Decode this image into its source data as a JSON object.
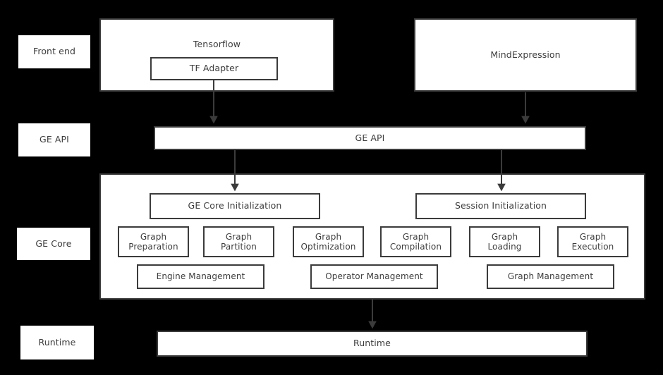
{
  "diagram": {
    "background_color": "#000000",
    "box_fill": "#ffffff",
    "box_stroke": "#3b3b3b",
    "text_color": "#3d3d3d",
    "lanes": [
      {
        "id": "front-end",
        "label": "Front end"
      },
      {
        "id": "ge-api",
        "label": "GE API"
      },
      {
        "id": "ge-core",
        "label": "GE Core"
      },
      {
        "id": "runtime",
        "label": "Runtime"
      }
    ],
    "front_end": {
      "tensorflow": {
        "label": "Tensorflow"
      },
      "tf_adapter": {
        "label": "TF Adapter"
      },
      "mindexpression": {
        "label": "MindExpression"
      }
    },
    "ge_api_bar": {
      "label": "GE API"
    },
    "ge_core": {
      "core_initialization": {
        "label": "GE Core Initialization"
      },
      "session_initialization": {
        "label": "Session Initialization"
      },
      "modules_row1": [
        {
          "label": "Graph\nPreparation",
          "line1": "Graph",
          "line2": "Preparation"
        },
        {
          "label": "Graph\nPartition",
          "line1": "Graph",
          "line2": "Partition"
        },
        {
          "label": "Graph\nOptimization",
          "line1": "Graph",
          "line2": "Optimization"
        },
        {
          "label": "Graph\nCompilation",
          "line1": "Graph",
          "line2": "Compilation"
        },
        {
          "label": "Graph\nLoading",
          "line1": "Graph",
          "line2": "Loading"
        },
        {
          "label": "Graph\nExecution",
          "line1": "Graph",
          "line2": "Execution"
        }
      ],
      "modules_row2": [
        {
          "label": "Engine Management"
        },
        {
          "label": "Operator Management"
        },
        {
          "label": "Graph Management"
        }
      ]
    },
    "runtime_bar": {
      "label": "Runtime"
    },
    "arrows": [
      {
        "from": "tf-adapter",
        "to": "ge-api-bar"
      },
      {
        "from": "mindexpression",
        "to": "ge-api-bar"
      },
      {
        "from": "ge-api-bar",
        "to": "ge-core-initialization"
      },
      {
        "from": "ge-api-bar",
        "to": "session-initialization"
      },
      {
        "from": "ge-core",
        "to": "runtime-bar"
      }
    ]
  }
}
